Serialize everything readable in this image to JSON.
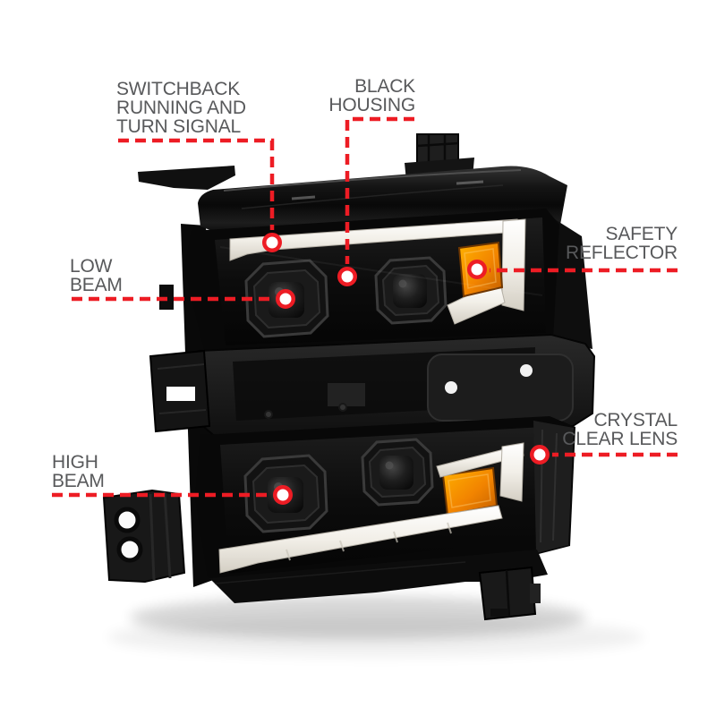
{
  "illustration": {
    "name": "truck-headlight-assembly-product-photo"
  },
  "colors": {
    "accent_red": "#ed1c24",
    "label_gray": "#58595b",
    "amber_reflector": "#f08a00",
    "drl_white": "#f2efe9",
    "housing_black": "#0d0d0d",
    "background": "#ffffff"
  },
  "callouts": [
    {
      "id": "switchback-running-and-turn-signal",
      "label": "SWITCHBACK\nRUNNING AND\nTURN SIGNAL"
    },
    {
      "id": "black-housing",
      "label": "BLACK\nHOUSING"
    },
    {
      "id": "safety-reflector",
      "label": "SAFETY\nREFLECTOR"
    },
    {
      "id": "low-beam",
      "label": "LOW\nBEAM"
    },
    {
      "id": "high-beam",
      "label": "HIGH\nBEAM"
    },
    {
      "id": "crystal-clear-lens",
      "label": "CRYSTAL\nCLEAR LENS"
    }
  ]
}
